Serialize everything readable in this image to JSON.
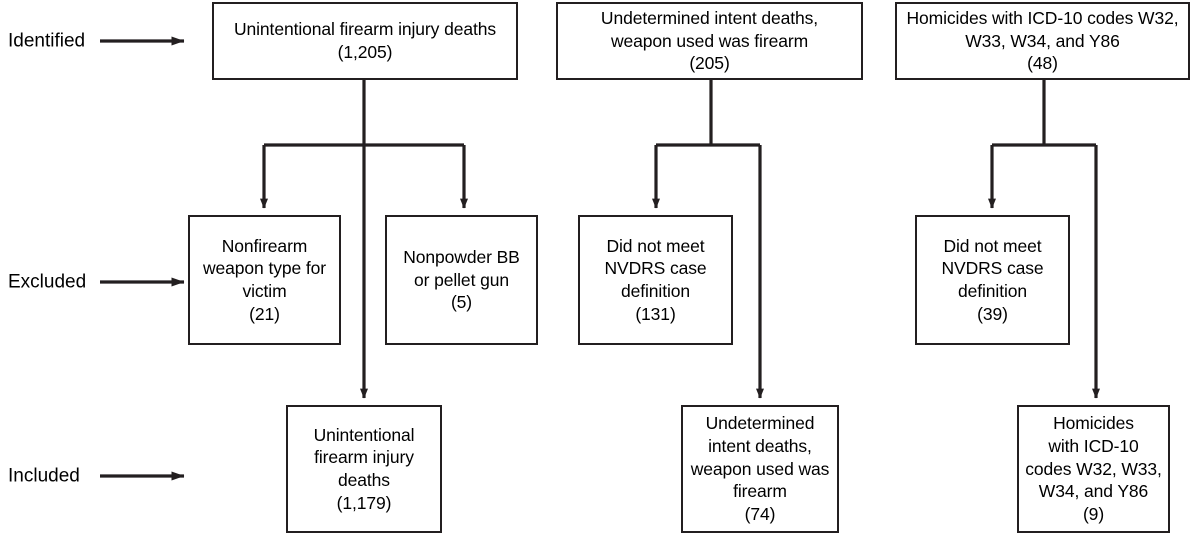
{
  "figure": {
    "type": "flow-diagram",
    "title": "",
    "colors": {
      "stroke": "#231f20",
      "background": "#ffffff",
      "text": "#000000"
    },
    "row_labels": [
      {
        "id": "identified",
        "label": "Identified"
      },
      {
        "id": "excluded",
        "label": "Excluded"
      },
      {
        "id": "included",
        "label": "Included"
      }
    ],
    "columns": [
      {
        "id": "unintentional",
        "identified": {
          "text": "Unintentional firearm injury deaths\n(1,205)",
          "count": 1205
        },
        "excluded": [
          {
            "text": "Nonfirearm\nweapon type for\nvictim\n(21)",
            "count": 21
          },
          {
            "text": "Nonpowder BB\nor pellet gun\n(5)",
            "count": 5
          }
        ],
        "included": {
          "text": "Unintentional\nfirearm injury\ndeaths\n(1,179)",
          "count": 1179
        }
      },
      {
        "id": "undetermined",
        "identified": {
          "text": "Undetermined intent deaths,\nweapon used was firearm\n(205)",
          "count": 205
        },
        "excluded": [
          {
            "text": "Did not meet\nNVDRS case\ndefinition\n(131)",
            "count": 131
          }
        ],
        "included": {
          "text": "Undetermined\nintent deaths,\nweapon used was\nfirearm\n(74)",
          "count": 74
        }
      },
      {
        "id": "homicides",
        "identified": {
          "text": "Homicides with ICD-10 codes W32,\nW33, W34, and Y86\n(48)",
          "count": 48
        },
        "excluded": [
          {
            "text": "Did not meet\nNVDRS case\ndefinition\n(39)",
            "count": 39
          }
        ],
        "included": {
          "text": "Homicides\nwith ICD-10\ncodes W32, W33,\nW34, and Y86\n(9)",
          "count": 9
        }
      }
    ]
  }
}
